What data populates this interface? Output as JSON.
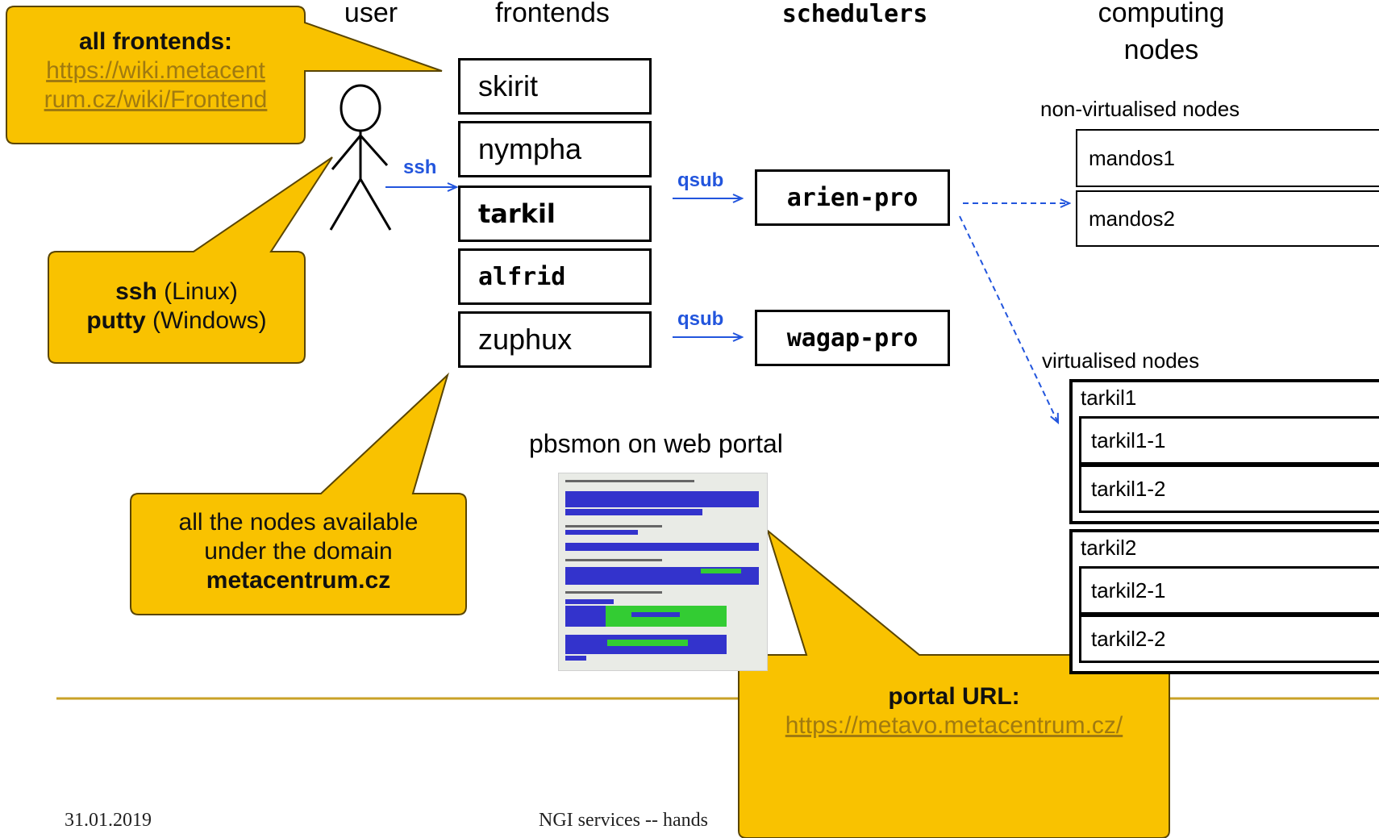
{
  "headers": {
    "user": "user",
    "frontends": "frontends",
    "schedulers": "schedulers",
    "computing": "computing",
    "nodes": "nodes"
  },
  "frontends": [
    "skirit",
    "nympha",
    "tarkil",
    "alfrid",
    "zuphux"
  ],
  "schedulers": [
    "arien-pro",
    "wagap-pro"
  ],
  "arrows": {
    "ssh": "ssh",
    "qsub": "qsub"
  },
  "non_virtualised": {
    "label": "non-virtualised nodes",
    "nodes": [
      "mandos1",
      "mandos2"
    ]
  },
  "virtualised": {
    "label": "virtualised nodes",
    "groups": [
      {
        "name": "tarkil1",
        "nodes": [
          "tarkil1-1",
          "tarkil1-2"
        ]
      },
      {
        "name": "tarkil2",
        "nodes": [
          "tarkil2-1",
          "tarkil2-2"
        ]
      }
    ]
  },
  "pbsmon": {
    "label": "pbsmon on web portal"
  },
  "callouts": {
    "frontends": {
      "title": "all frontends:",
      "link_line1": "https://wiki.metacent",
      "link_line2": "rum.cz/wiki/Frontend"
    },
    "ssh": {
      "l1_bold": "ssh",
      "l1_rest": " (Linux)",
      "l2_bold": "putty",
      "l2_rest": " (Windows)"
    },
    "nodes": {
      "line1": "all the nodes available",
      "line2": "under the domain",
      "line3": "metacentrum.cz"
    },
    "portal": {
      "title": "portal URL:",
      "link": "https://metavo.metacentrum.cz/"
    }
  },
  "footer": {
    "date": "31.01.2019",
    "title": "NGI services -- hands"
  },
  "colors": {
    "callout_fill": "#f9c200",
    "callout_stroke": "#5a4500",
    "arrow": "#2255dd",
    "rule": "#c9a227"
  }
}
